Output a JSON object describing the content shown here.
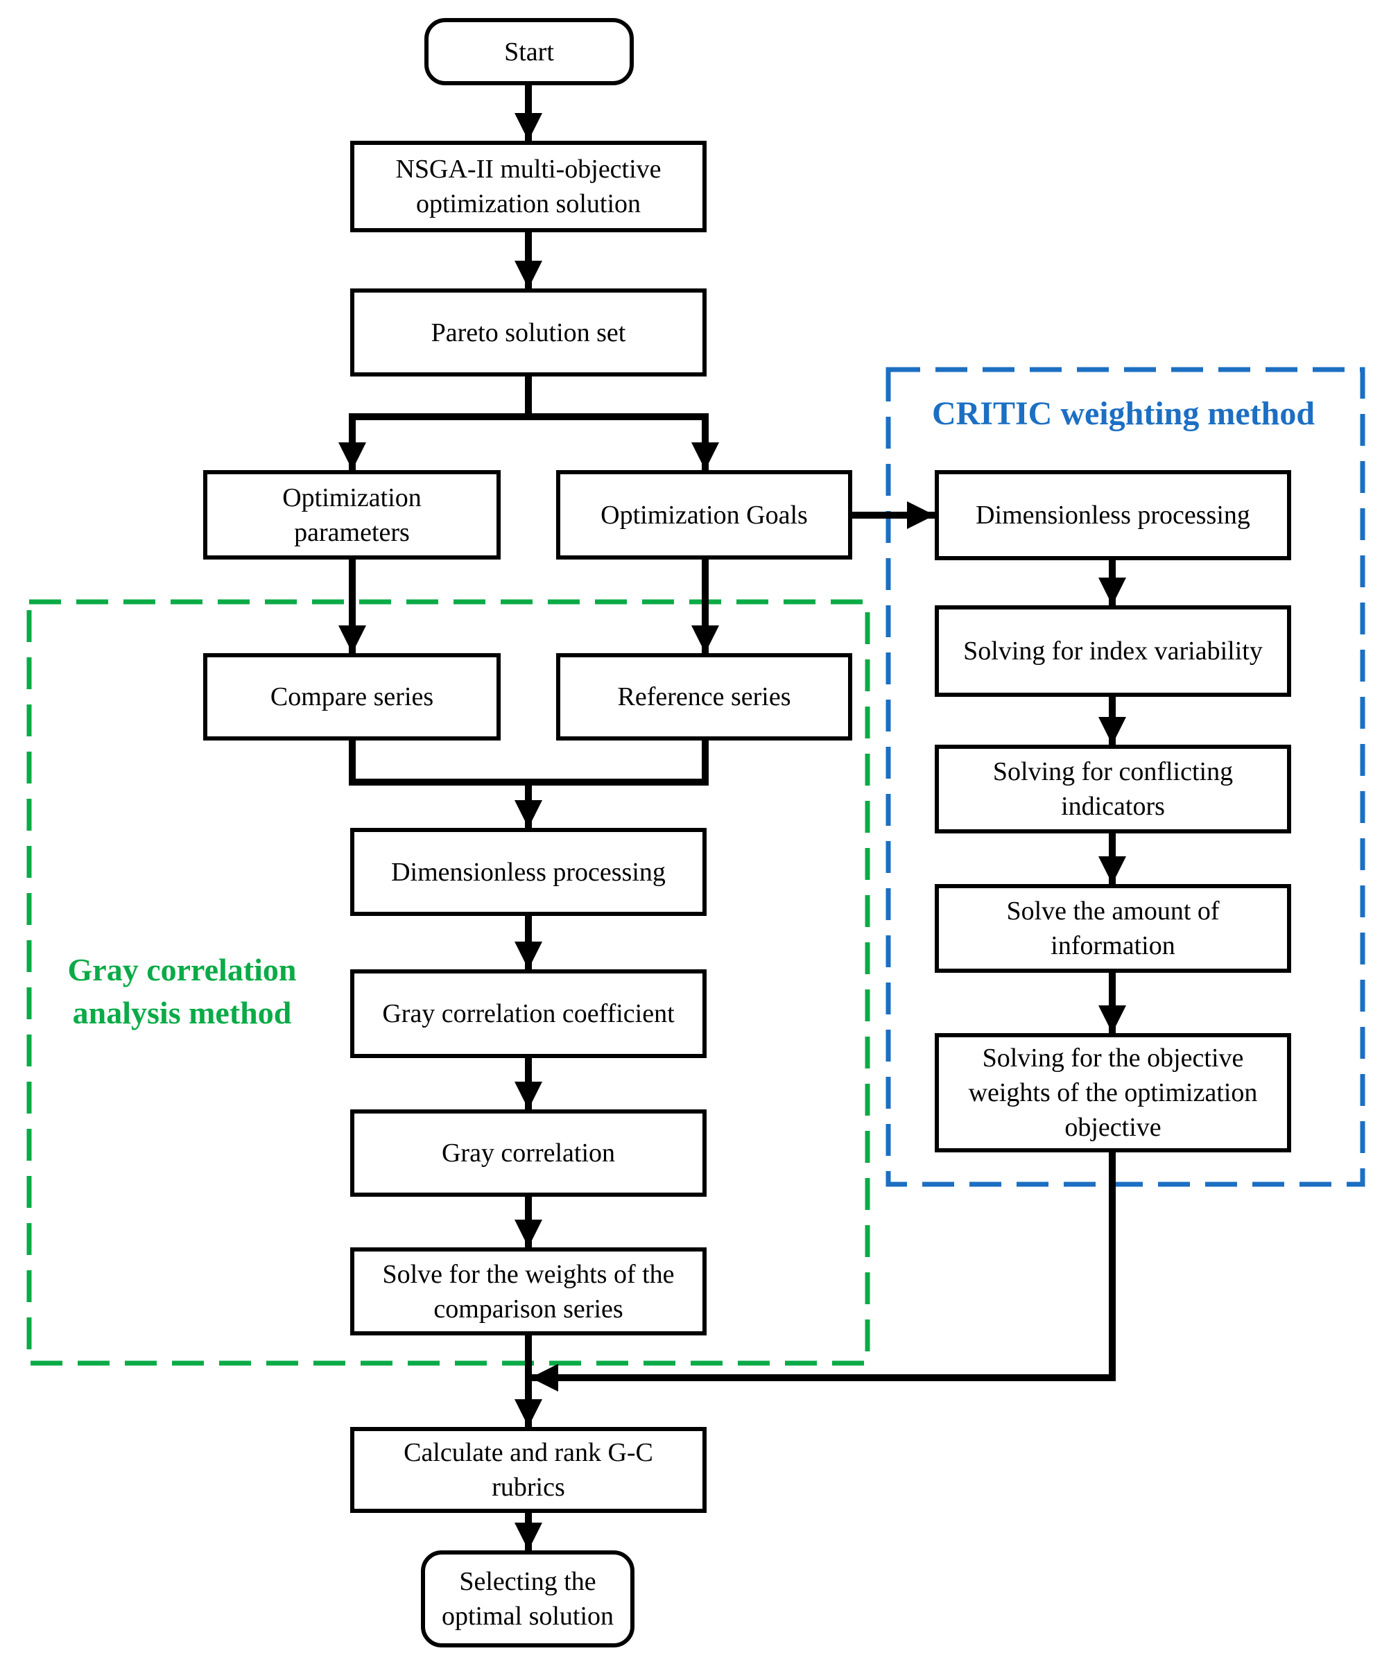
{
  "colors": {
    "green_group": "#0aab47",
    "blue_group": "#1c6fc2",
    "stroke": "#000000"
  },
  "groups": {
    "gray": "Gray correlation\nanalysis method",
    "critic": "CRITIC weighting method"
  },
  "nodes": {
    "start": "Start",
    "nsga": "NSGA-II multi-objective\noptimization solution",
    "pareto": "Pareto solution set",
    "opt_params": "Optimization\nparameters",
    "opt_goals": "Optimization Goals",
    "compare_series": "Compare series",
    "reference_series": "Reference series",
    "gray_dimensionless": "Dimensionless processing",
    "gray_coefficient": "Gray correlation coefficient",
    "gray_correlation": "Gray correlation",
    "solve_weights": "Solve for the weights of the\ncomparison series",
    "critic_dimensionless": "Dimensionless processing",
    "index_variability": "Solving for index variability",
    "conflicting": "Solving for conflicting\nindicators",
    "information": "Solve the amount of\ninformation",
    "objective_weights": "Solving for the objective\nweights of the optimization\nobjective",
    "calculate_rank": "Calculate and rank G-C\nrubrics",
    "selecting": "Selecting the\noptimal solution"
  }
}
